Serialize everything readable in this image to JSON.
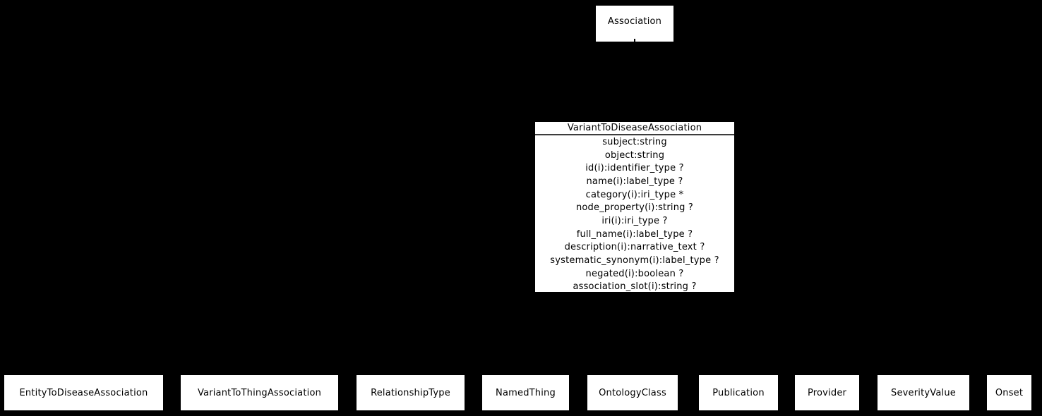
{
  "diagram": {
    "type": "class-inheritance-diagram",
    "colors": {
      "background": "#000000",
      "node_fill": "#ffffff",
      "node_text": "#000000",
      "header_separator": "#3d3d3d"
    },
    "parent_class": {
      "label": "Association"
    },
    "main_class": {
      "title": "VariantToDiseaseAssociation",
      "attributes": [
        "subject:string",
        "object:string",
        "id(i):identifier_type ?",
        "name(i):label_type ?",
        "category(i):iri_type *",
        "node_property(i):string ?",
        "iri(i):iri_type ?",
        "full_name(i):label_type ?",
        "description(i):narrative_text ?",
        "systematic_synonym(i):label_type ?",
        "negated(i):boolean ?",
        "association_slot(i):string ?"
      ]
    },
    "related_classes": [
      "EntityToDiseaseAssociation",
      "VariantToThingAssociation",
      "RelationshipType",
      "NamedThing",
      "OntologyClass",
      "Publication",
      "Provider",
      "SeverityValue",
      "Onset"
    ]
  }
}
